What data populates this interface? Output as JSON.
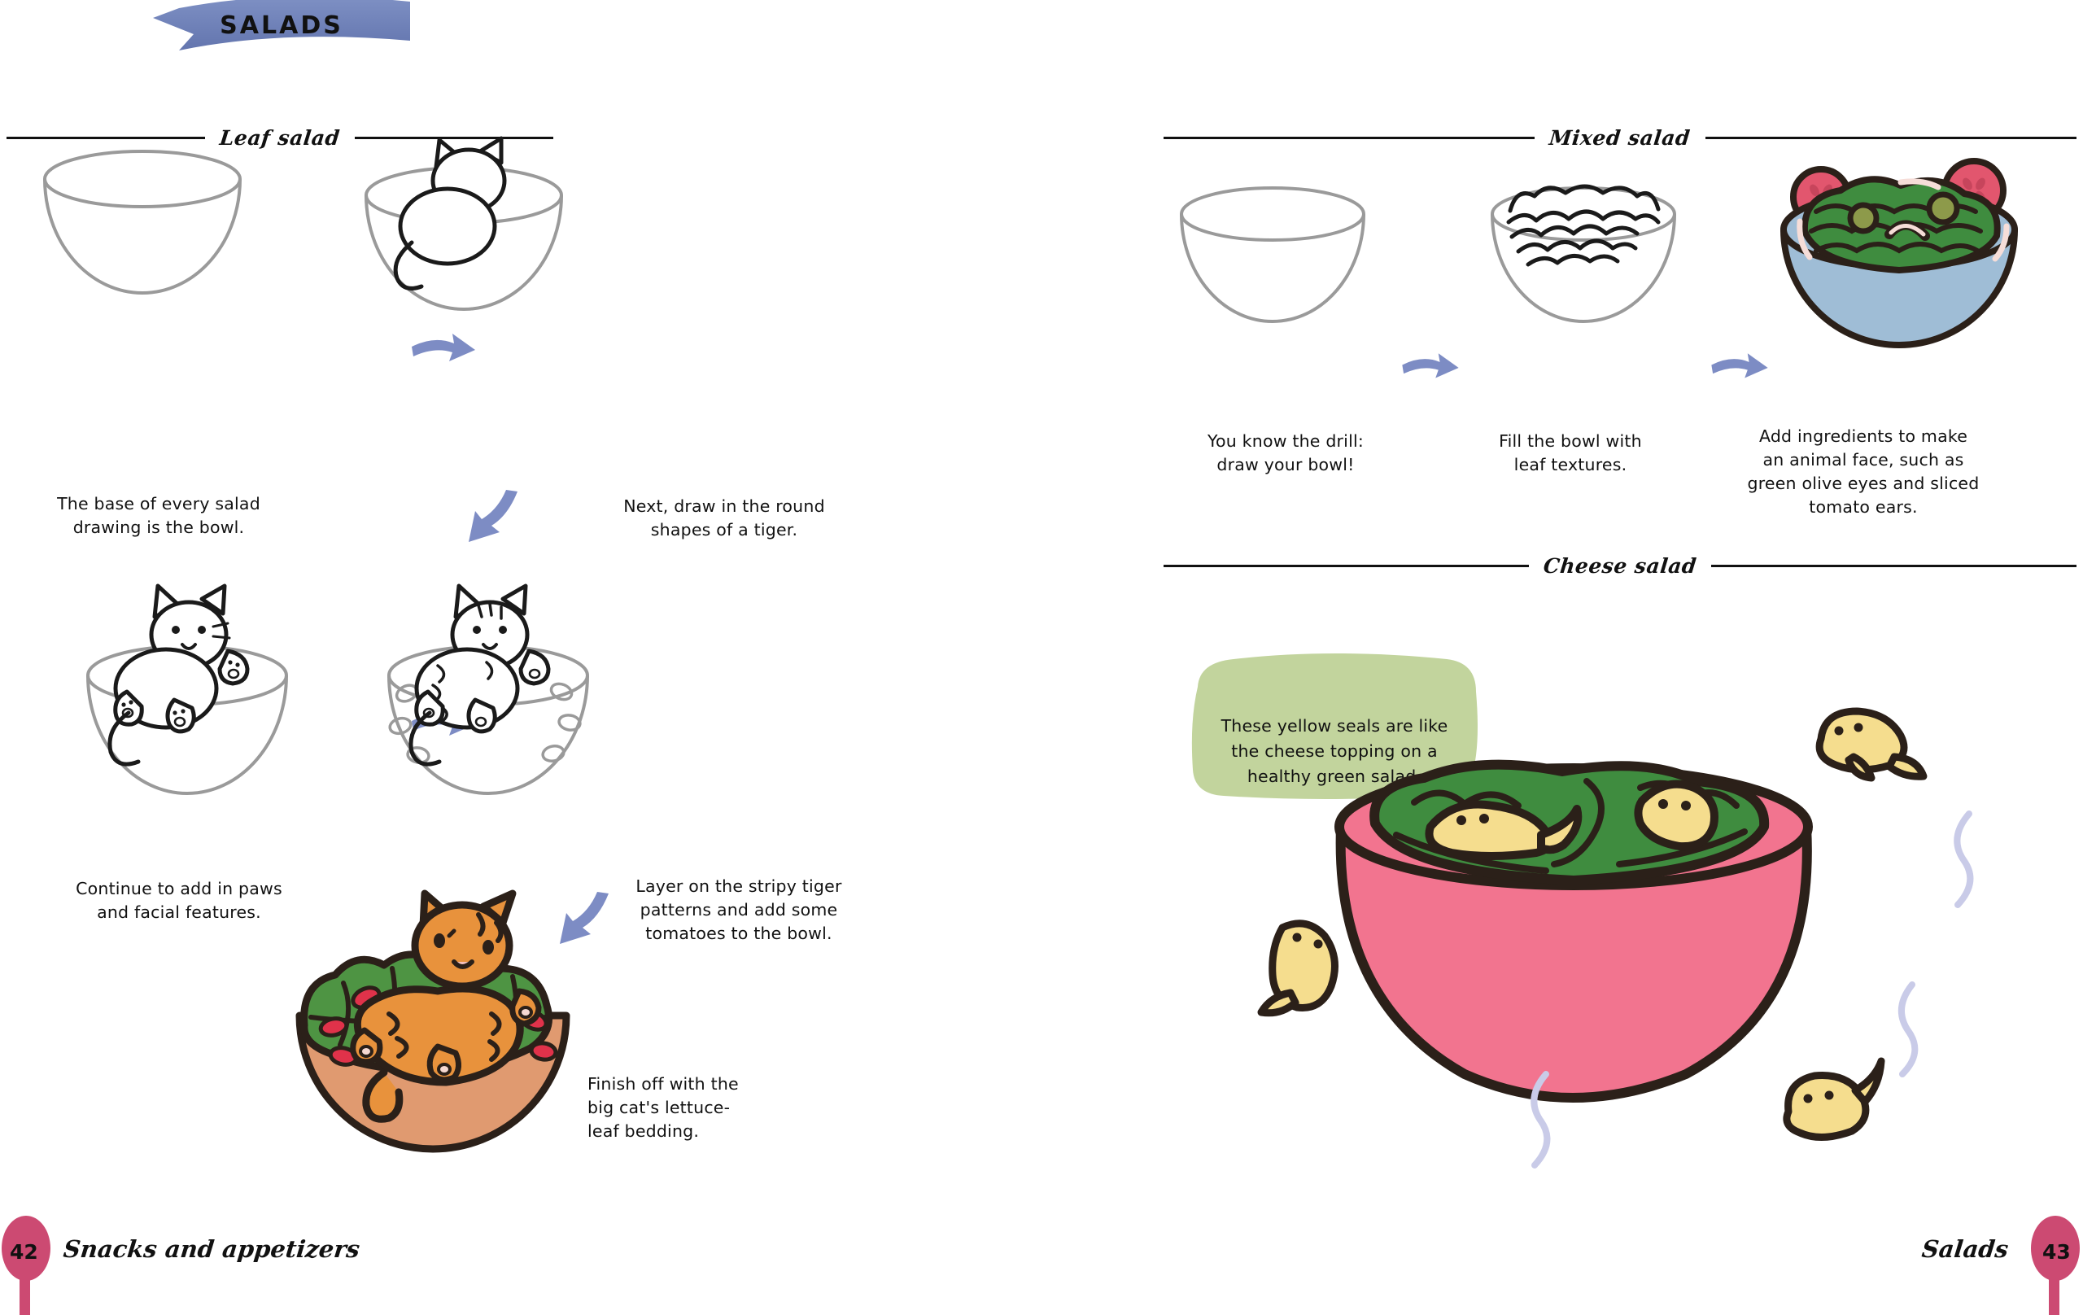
{
  "spread": {
    "banner_title": "SALADS",
    "colors": {
      "banner_blue": "#6e81b8",
      "arrow_blue": "#7d8cc4",
      "bubble_green": "#c2d49d",
      "spoon_pink": "#cc4a72",
      "outline": "#2b2019",
      "cat_orange": "#e8923c",
      "bowl_terracotta": "#e09a70",
      "lettuce_green": "#4e9443",
      "tomato_red": "#e0324a",
      "bowl_blue": "#9fbdd6",
      "frog_green": "#3f8c3f",
      "olive_green": "#8d9a4a",
      "pink_bowl": "#f2748f",
      "seal_yellow": "#f5dd8e",
      "gray_line": "#9a9a9a"
    }
  },
  "left_page": {
    "section_title": "Leaf salad",
    "steps": [
      {
        "id": "step-1",
        "caption": "The base of every salad\ndrawing  is the bowl."
      },
      {
        "id": "step-2",
        "caption": "Next, draw in the round\nshapes of a tiger."
      },
      {
        "id": "step-3",
        "caption": "Continue to add  in paws\nand facial features."
      },
      {
        "id": "step-4",
        "caption": "Layer on the stripy tiger\npatterns and add some\ntomatoes to the bowl."
      },
      {
        "id": "step-5",
        "caption": "Finish off with the\nbig cat's lettuce-\nleaf bedding."
      }
    ],
    "footer": {
      "page_number": "42",
      "label": "Snacks and appetizers"
    }
  },
  "right_page": {
    "mixed_salad": {
      "section_title": "Mixed salad",
      "steps": [
        {
          "id": "mixed-step-1",
          "caption": "You know the drill:\ndraw your bowl!"
        },
        {
          "id": "mixed-step-2",
          "caption": "Fill the bowl with\nleaf textures."
        },
        {
          "id": "mixed-step-3",
          "caption": "Add ingredients to make\nan animal face, such as\ngreen olive eyes and sliced\ntomato ears."
        }
      ]
    },
    "cheese_salad": {
      "section_title": "Cheese salad",
      "note": "These yellow seals are like\nthe cheese topping on a\nhealthy green salad."
    },
    "footer": {
      "page_number": "43",
      "label": "Salads"
    }
  }
}
